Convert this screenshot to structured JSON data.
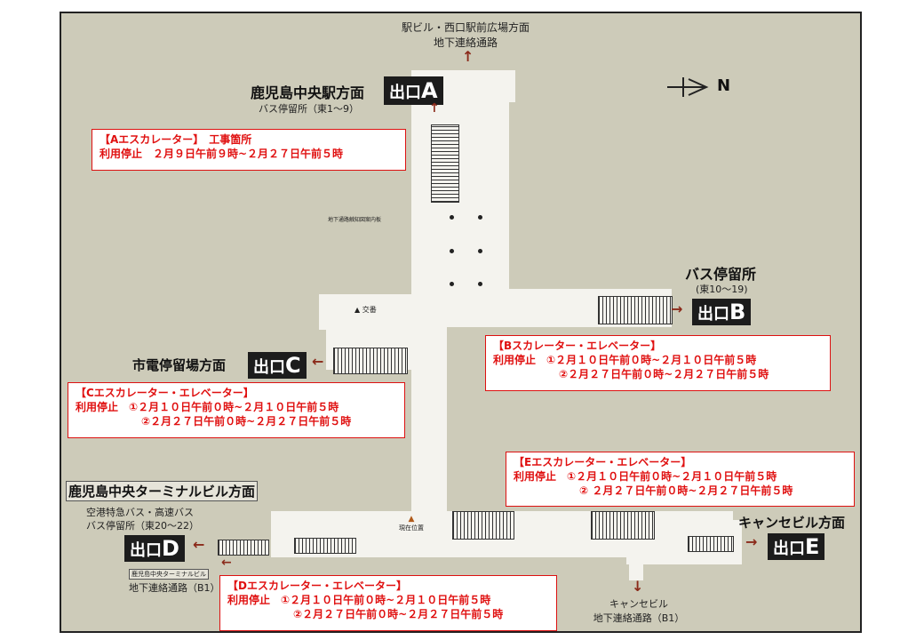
{
  "compass": {
    "label": "N"
  },
  "top_destination": {
    "line1": "駅ビル・西口駅前広場方面",
    "line2": "地下連絡通路"
  },
  "exits": {
    "A": {
      "word": "出口",
      "letter": "A",
      "destination": "鹿児島中央駅方面",
      "sub": "バス停留所（東1〜9）"
    },
    "B": {
      "word": "出口",
      "letter": "B",
      "destination": "バス停留所",
      "sub": "(東10〜19)"
    },
    "C": {
      "word": "出口",
      "letter": "C",
      "destination": "市電停留場方面"
    },
    "D": {
      "word": "出口",
      "letter": "D",
      "destination": "鹿児島中央ターミナルビル方面",
      "sub1": "空港特急バス・高速バス",
      "sub2": "バス停留所（東20〜22）"
    },
    "E": {
      "word": "出口",
      "letter": "E",
      "destination": "キャンセビル方面"
    }
  },
  "map_labels": {
    "info_board": "地下通路触知図案内板",
    "koban": "交番",
    "current_location": "現在位置",
    "terminal_building": "鹿児島中央ターミナルビル",
    "terminal_passage": "地下連絡通路（B1）",
    "cancebil_line1": "キャンセビル",
    "cancebil_line2": "地下連絡通路（B1）"
  },
  "notices": {
    "A": {
      "title": "【Aエスカレーター】　工事箇所",
      "line1": "利用停止　２月９日午前９時~２月２７日午前５時"
    },
    "B": {
      "title": "【Bスカレーター・エレベーター】",
      "line1": "利用停止　①２月１０日午前０時~２月１０日午前５時",
      "line2": "②２月２７日午前０時~２月２７日午前５時"
    },
    "C": {
      "title": "【Cエスカレーター・エレベーター】",
      "line1": "利用停止　①２月１０日午前０時~２月１０日午前５時",
      "line2": "②２月２７日午前０時~２月２７日午前５時"
    },
    "E": {
      "title": "【Eエスカレーター・エレベーター】",
      "line1": "利用停止　①２月１０日午前０時~２月１０日午前５時",
      "line2": "② ２月２７日午前０時~２月２７日午前５時"
    },
    "D": {
      "title": "【Dエスカレーター・エレベーター】",
      "line1": "利用停止　①２月１０日午前０時~２月１０日午前５時",
      "line2": "②２月２７日午前０時~２月２７日午前５時"
    }
  },
  "colors": {
    "notice_red": "#e01010",
    "corridor": "#f4f3ee",
    "background": "#cdcbb9",
    "exit_badge": "#1c1c1c"
  }
}
